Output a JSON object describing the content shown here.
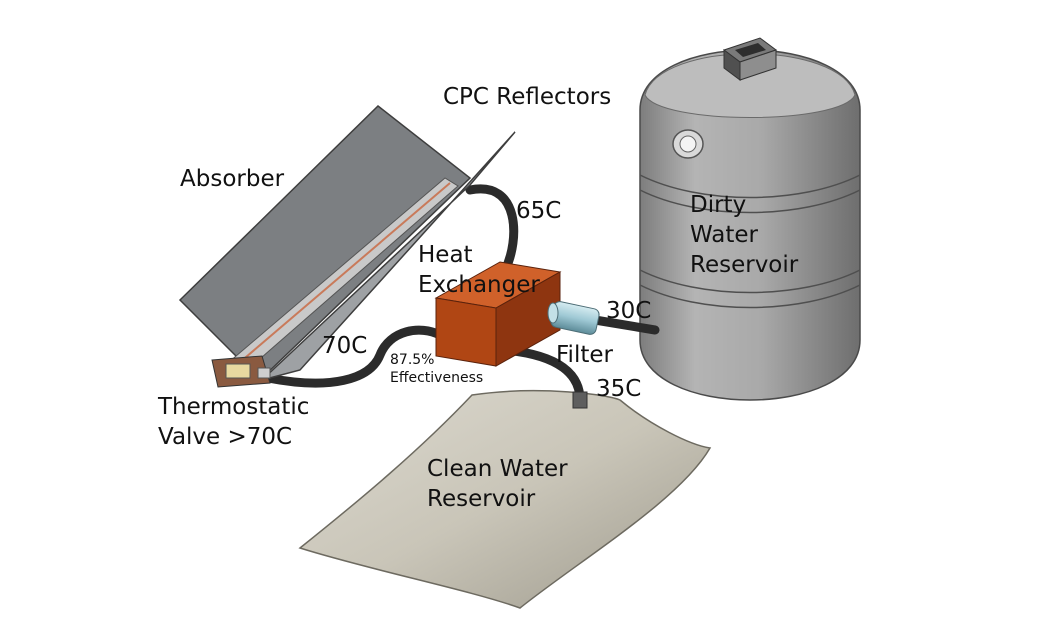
{
  "labels": {
    "cpc_reflectors": "CPC Reflectors",
    "absorber": "Absorber",
    "temp_65": "65C",
    "heat_exchanger_line1": "Heat",
    "heat_exchanger_line2": "Exchanger",
    "dirty_line1": "Dirty",
    "dirty_line2": "Water",
    "dirty_line3": "Reservoir",
    "temp_30": "30C",
    "temp_70": "70C",
    "effectiveness_value": "87.5%",
    "effectiveness_label": "Effectiveness",
    "filter": "Filter",
    "temp_35": "35C",
    "thermostatic_line1": "Thermostatic",
    "thermostatic_line2": "Valve >70C",
    "clean_line1": "Clean Water",
    "clean_line2": "Reservoir"
  },
  "colors": {
    "tank": "#a6a6a6",
    "heat_exchanger": "#b84a18",
    "reflector": "#7f8285",
    "bag": "#cbc7bb",
    "pipe": "#2b2b2b",
    "filter": "#9ec8d4",
    "valve": "#e8d9a0"
  }
}
